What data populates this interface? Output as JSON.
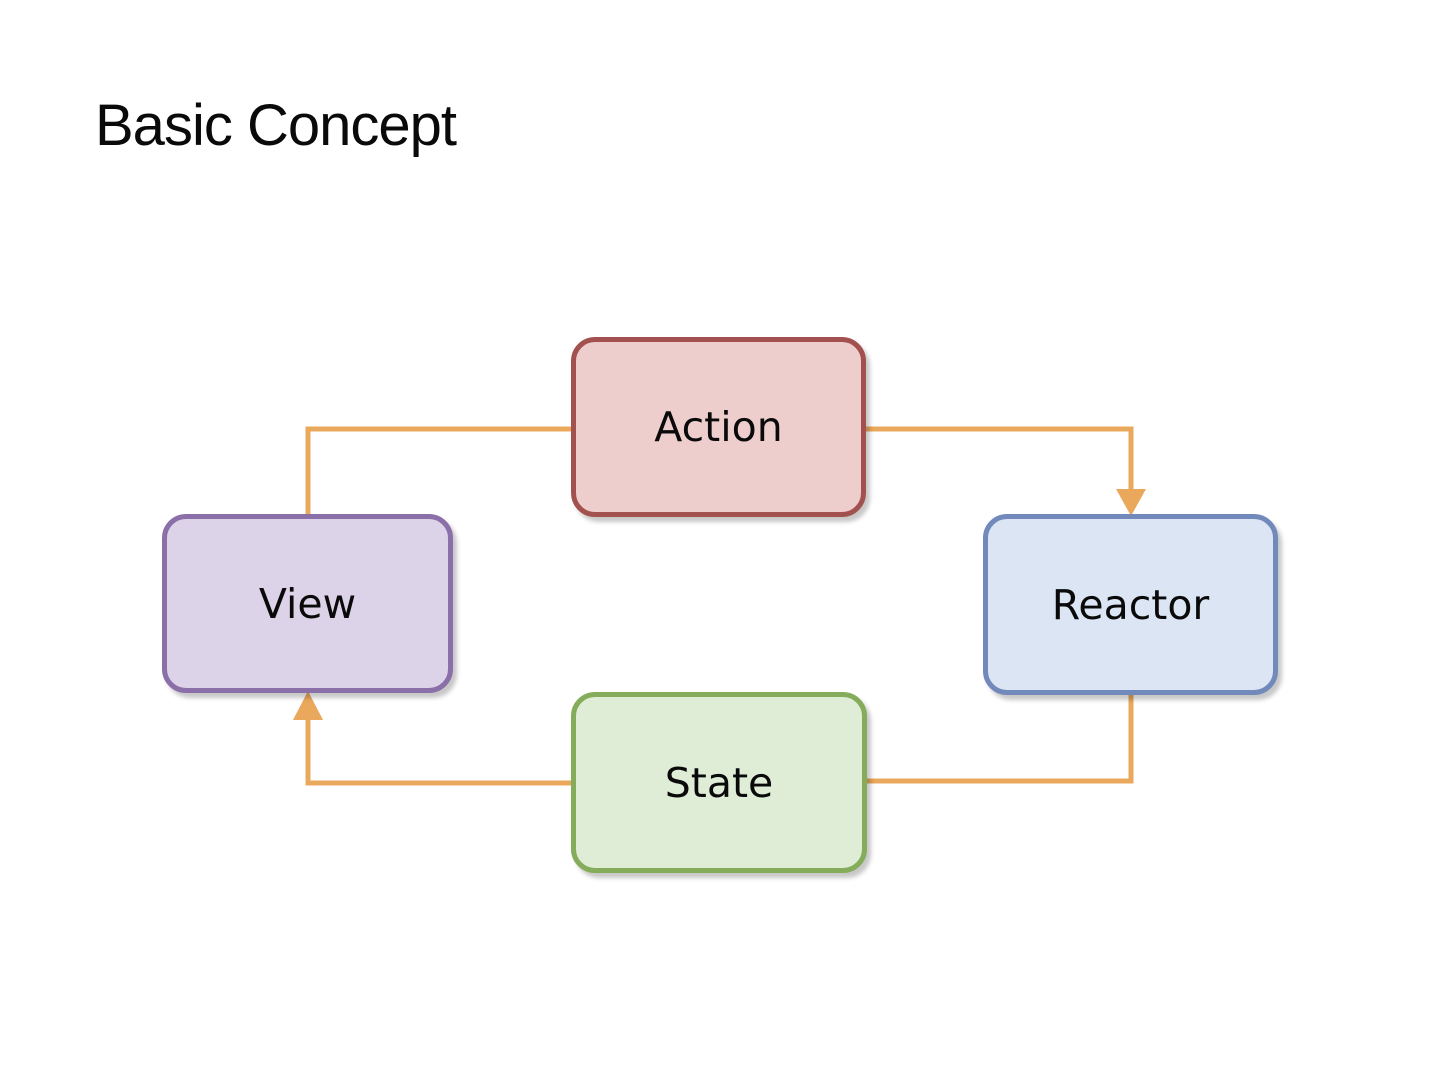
{
  "page": {
    "title": "Basic Concept",
    "background_color": "#ffffff"
  },
  "diagram": {
    "connector_color": "#E9A85C",
    "nodes": [
      {
        "id": "action",
        "label": "Action",
        "fill": "#EDCECD",
        "border": "#A3514E"
      },
      {
        "id": "reactor",
        "label": "Reactor",
        "fill": "#DCE5F4",
        "border": "#7289BB"
      },
      {
        "id": "view",
        "label": "View",
        "fill": "#DDD3E8",
        "border": "#8A6FA8"
      },
      {
        "id": "state",
        "label": "State",
        "fill": "#DFEDD6",
        "border": "#85AC5A"
      }
    ],
    "edges": [
      {
        "from": "view",
        "to": "action",
        "arrowhead": false
      },
      {
        "from": "action",
        "to": "reactor",
        "arrowhead": true
      },
      {
        "from": "reactor",
        "to": "state",
        "arrowhead": false
      },
      {
        "from": "state",
        "to": "view",
        "arrowhead": true
      }
    ]
  }
}
